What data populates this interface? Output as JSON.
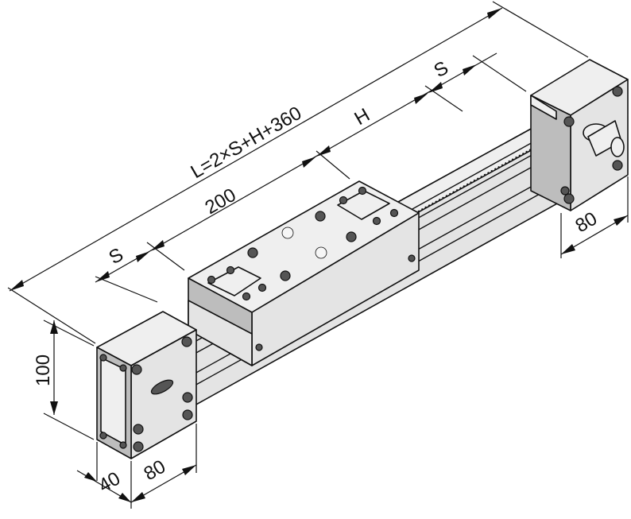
{
  "dimensions": {
    "total_length": "L=2×S+H+360",
    "stroke_left": "S",
    "stroke_right": "S",
    "carriage_length": "200",
    "stroke_h": "H",
    "end_height": "100",
    "end_width_left": "80",
    "end_width_right": "80",
    "plate_thickness": "40"
  }
}
